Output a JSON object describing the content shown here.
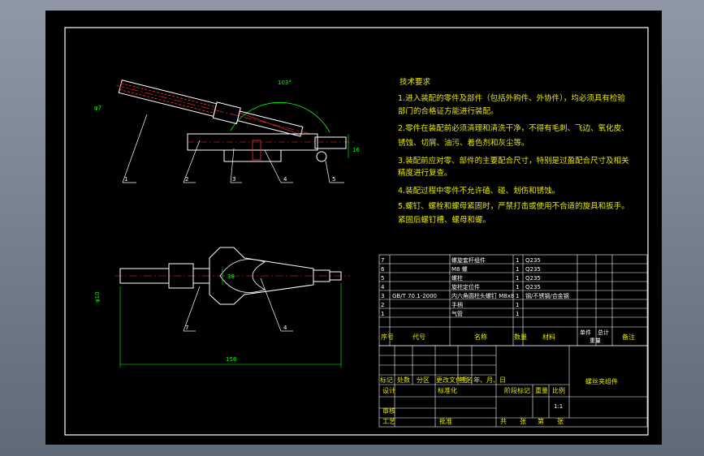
{
  "drawing": {
    "dimensions": {
      "angle_top": "103°",
      "dia_left_upper": "φ7",
      "height_right": "16",
      "dia_left_lower": "φ10",
      "overall_length": "158",
      "mid_dim": "38"
    },
    "balloons": [
      "1",
      "2",
      "3",
      "4",
      "5",
      "7",
      "4"
    ]
  },
  "notes": {
    "title": "技术要求",
    "lines": [
      "1.进入装配的零件及部件（包括外购件、外协件），均必须具有检验",
      "部门的合格证方能进行装配。",
      "2.零件在装配前必须清理和清洗干净，不得有毛刺、飞边、氧化皮、",
      "锈蚀、切屑、油污、着色剂和灰尘等。",
      "3.装配前应对零、部件的主要配合尺寸，特别是过盈配合尺寸及相关",
      "精度进行复查。",
      "4.装配过程中零件不允许磕、碰、划伤和锈蚀。",
      "5.螺钉、螺栓和螺母紧固时，严禁打击或使用不合适的旋具和扳手。",
      "紧固后螺钉槽、螺母和螺。"
    ]
  },
  "bom": {
    "rows": [
      {
        "no": "7",
        "code": "",
        "name": "螺旋套杆组件",
        "qty": "1",
        "material": "Q235"
      },
      {
        "no": "6",
        "code": "",
        "name": "M8 螺",
        "qty": "1",
        "material": "Q235"
      },
      {
        "no": "5",
        "code": "",
        "name": "螺柱",
        "qty": "1",
        "material": "Q235"
      },
      {
        "no": "4",
        "code": "",
        "name": "旋柱定位件",
        "qty": "1",
        "material": "Q235"
      },
      {
        "no": "3",
        "code": "GB/T 70.1-2000",
        "name": "内六角圆柱头螺钉 M8x8",
        "qty": "1",
        "material": "钢/不锈钢/合金钢"
      },
      {
        "no": "2",
        "code": "",
        "name": "手柄",
        "qty": "1",
        "material": ""
      },
      {
        "no": "1",
        "code": "",
        "name": "气管",
        "qty": "1",
        "material": ""
      }
    ],
    "header": {
      "no": "序号",
      "code": "代号",
      "name": "名称",
      "qty": "数量",
      "material": "材料",
      "unit_weight": "单件",
      "total_weight": "总计",
      "weight": "重量",
      "remark": "备注"
    }
  },
  "titleblock": {
    "drawing_title": "螺丝夹组件",
    "row_labels": [
      "标记",
      "处数",
      "分区",
      "更改文件号",
      "签名",
      "年、月、日"
    ],
    "design": "设计",
    "standardize": "标准化",
    "stage_mark": "阶段标记",
    "weight": "重量",
    "scale_label": "比例",
    "scale": "1:1",
    "review": "审核",
    "process": "工艺",
    "approve": "批准",
    "sheet_total": "共",
    "sheet_label": "张",
    "sheet_no": "第",
    "sheet_label2": "张"
  }
}
